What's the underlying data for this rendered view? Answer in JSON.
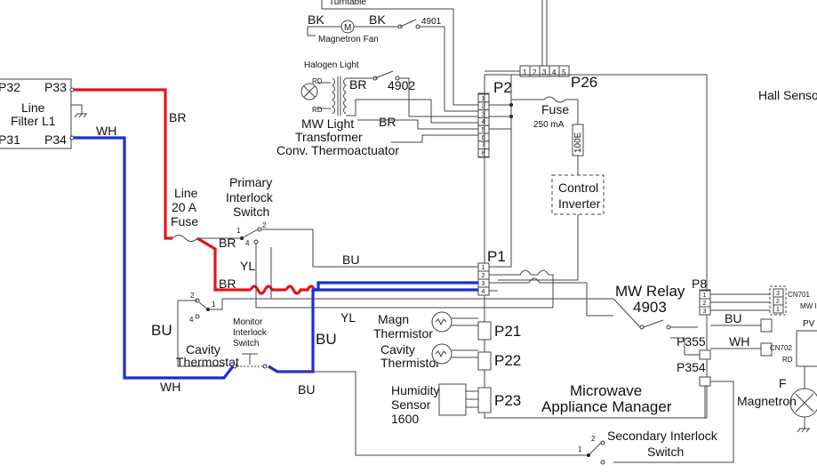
{
  "labels": {
    "turntable": "Turntable",
    "bk1": "BK",
    "bk2": "BK",
    "m": "M",
    "s4901": "4901",
    "magnetron_fan": "Magnetron Fan",
    "halogen_light": "Halogen Light",
    "rd1": "RD",
    "rd2": "RD",
    "br_light": "BR",
    "s4902": "4902",
    "mw_light_transformer": "MW Light",
    "transformer": "Transformer",
    "br_thermo": "BR",
    "conv_thermo": "Conv. Thermoactuator",
    "p2": "P2",
    "p2_pins": [
      "1",
      "2",
      "3",
      "4",
      "5",
      "6",
      "7",
      "8"
    ],
    "p26": "P26",
    "p26_pins": [
      "1",
      "2",
      "3",
      "4",
      "5"
    ],
    "fuse": "Fuse",
    "fuse_rating": "250 mA",
    "fuse_code": "100E",
    "control_inverter": [
      "Control",
      "Inverter"
    ],
    "hall_sensor": "Hall Sensor",
    "p32": "P32",
    "p33": "P33",
    "p31": "P31",
    "p34": "P34",
    "line_filter": [
      "Line",
      "Filter L1"
    ],
    "br_left": "BR",
    "wh_left": "WH",
    "line_fuse": [
      "Line",
      "20 A",
      "Fuse"
    ],
    "primary_switch": [
      "Primary",
      "Interlock",
      "Switch"
    ],
    "sw_1": "1",
    "sw_2": "2",
    "sw_4": "4",
    "br_a": "BR",
    "br_b": "BR",
    "yl_a": "YL",
    "yl_b": "YL",
    "bu_top": "BU",
    "p1": "P1",
    "p1_pins": [
      "1",
      "2",
      "3",
      "4"
    ],
    "cav_2": "2",
    "cav_1": "1",
    "cav_4": "4",
    "bu_left": "BU",
    "monitor_switch": [
      "Monitor",
      "Interlock",
      "Switch"
    ],
    "cavity_thermostat": [
      "Cavity",
      "Thermostat"
    ],
    "bu_mid": "BU",
    "wh_bottom": "WH",
    "bu_bottom": "BU",
    "magn_thermistor": [
      "Magn",
      "Thermistor"
    ],
    "p21": "P21",
    "cavity_thermistor": [
      "Cavity",
      "Thermistor"
    ],
    "p22": "P22",
    "humidity_sensor": [
      "Humidity",
      "Sensor",
      "1600"
    ],
    "p23": "P23",
    "mw_relay": [
      "MW Relay",
      "4903"
    ],
    "p8": "P8",
    "p8_pins": [
      "1",
      "2",
      "3"
    ],
    "bu_right": "BU",
    "wh_right": "WH",
    "p355": "P355",
    "p354": "P354",
    "cn701": "CN701",
    "cn701_pins": [
      "3",
      "2",
      "1"
    ],
    "mw_trunc": "MW I",
    "pw_trunc": "PV",
    "cn702": "CN702",
    "rd_right": "RD",
    "f_right": "F",
    "magnetron": "Magnetron",
    "appliance_manager": [
      "Microwave",
      "Appliance Manager"
    ],
    "secondary_switch": [
      "Secondary Interlock",
      "Switch"
    ],
    "sec_1": "1",
    "sec_2": "2"
  },
  "colors": {
    "red_wire": "#e0161b",
    "blue_wire": "#1a2fd6",
    "black_wire": "#444444"
  }
}
